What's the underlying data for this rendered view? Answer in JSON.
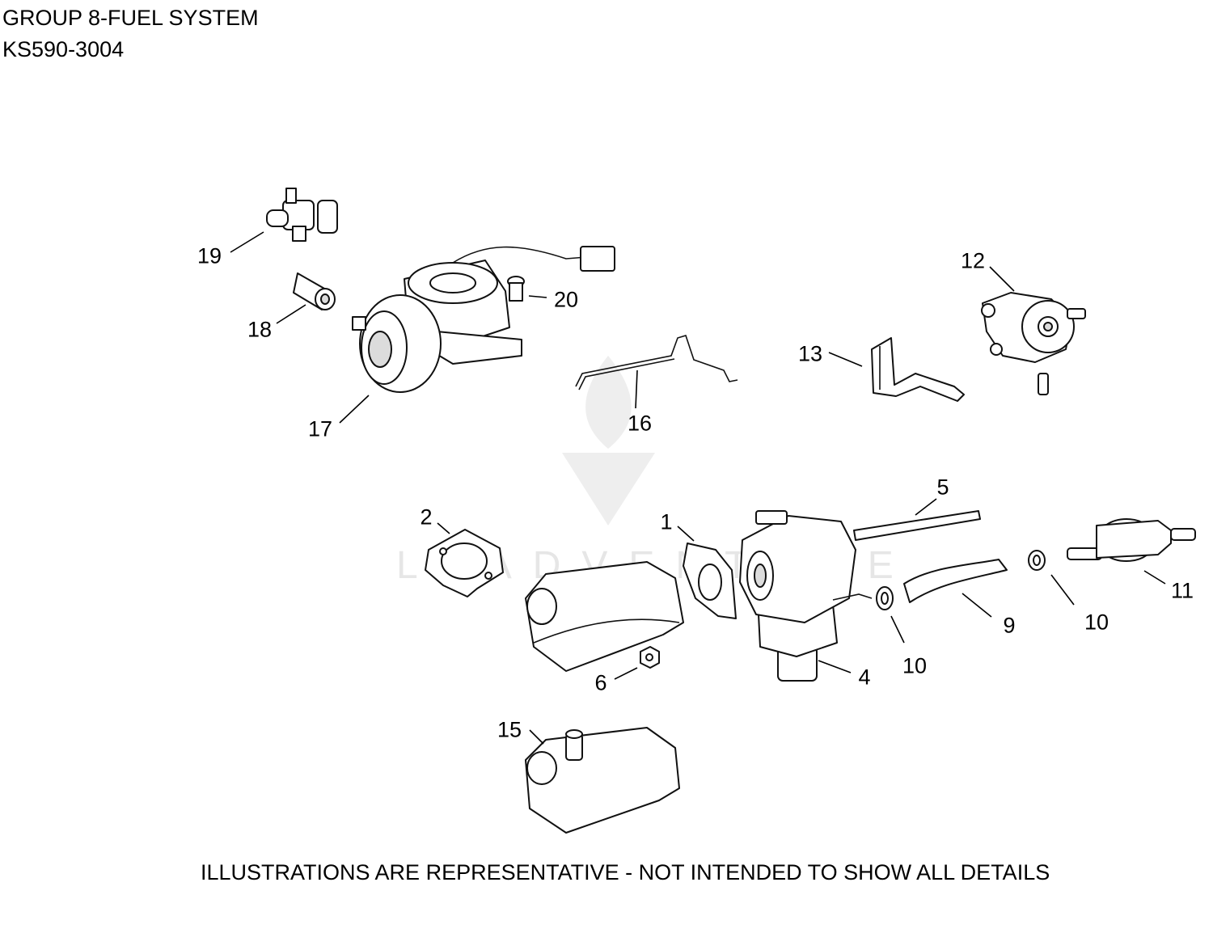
{
  "header": {
    "title": "GROUP 8-FUEL SYSTEM",
    "model": "KS590-3004"
  },
  "footer": {
    "disclaimer": "ILLUSTRATIONS ARE REPRESENTATIVE - NOT INTENDED TO SHOW ALL DETAILS"
  },
  "watermark": {
    "text": "LEADVENTURE"
  },
  "callouts": [
    {
      "id": "c19",
      "label": "19"
    },
    {
      "id": "c18",
      "label": "18"
    },
    {
      "id": "c20",
      "label": "20"
    },
    {
      "id": "c17",
      "label": "17"
    },
    {
      "id": "c16",
      "label": "16"
    },
    {
      "id": "c12",
      "label": "12"
    },
    {
      "id": "c13",
      "label": "13"
    },
    {
      "id": "c5",
      "label": "5"
    },
    {
      "id": "c2",
      "label": "2"
    },
    {
      "id": "c1",
      "label": "1"
    },
    {
      "id": "c11",
      "label": "11"
    },
    {
      "id": "c10a",
      "label": "10"
    },
    {
      "id": "c9",
      "label": "9"
    },
    {
      "id": "c10b",
      "label": "10"
    },
    {
      "id": "c4",
      "label": "4"
    },
    {
      "id": "c6",
      "label": "6"
    },
    {
      "id": "c15",
      "label": "15"
    }
  ]
}
